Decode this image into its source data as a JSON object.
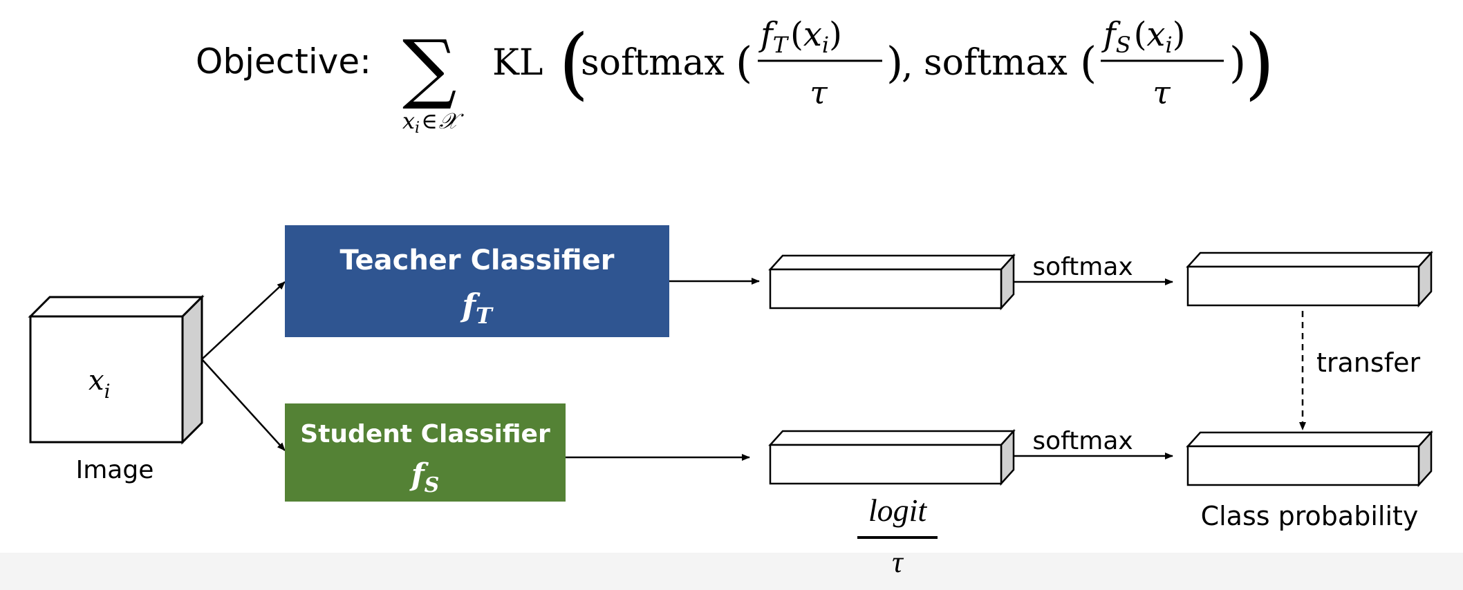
{
  "objective": {
    "label": "Objective:",
    "sum_symbol": "∑",
    "sum_sub_x": "x",
    "sum_sub_i": "i",
    "sum_sub_in": "∈",
    "sum_sub_set": "𝒳",
    "kl": "KL",
    "open_big": "(",
    "close_big": ")",
    "softmax_1": "softmax",
    "softmax_2": "softmax",
    "open_paren": "(",
    "close_paren": ")",
    "comma": ",",
    "frac_teacher": {
      "f": "f",
      "sub": "T",
      "arg_open": "(",
      "x": "x",
      "i": "i",
      "arg_close": ")",
      "denom": "τ"
    },
    "frac_student": {
      "f": "f",
      "sub": "S",
      "arg_open": "(",
      "x": "x",
      "i": "i",
      "arg_close": ")",
      "denom": "τ"
    }
  },
  "image_box": {
    "var": "x",
    "sub": "i",
    "caption": "Image"
  },
  "teacher": {
    "title": "Teacher Classifier",
    "symbol": "f",
    "sub": "T",
    "color": "#2f5591"
  },
  "student": {
    "title": "Student Classifier",
    "symbol": "f",
    "sub": "S",
    "color": "#548235"
  },
  "arrows": {
    "softmax_top": "softmax",
    "softmax_bottom": "softmax",
    "transfer": "transfer"
  },
  "logit_label": {
    "numerator": "logit",
    "denominator": "τ"
  },
  "class_probability": "Class probability"
}
